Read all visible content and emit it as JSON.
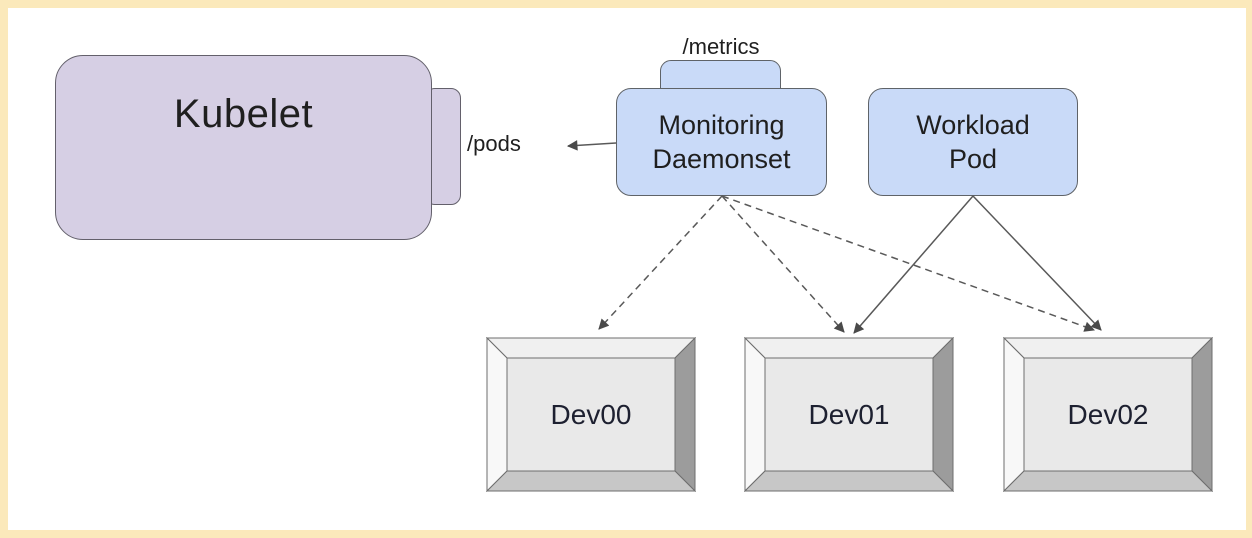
{
  "diagram": {
    "title": "Kubelet monitoring daemonset device diagram",
    "colors": {
      "page_border": "#fbe9bb",
      "canvas": "#ffffff",
      "kubelet_fill": "#d6cfe4",
      "pod_fill": "#c9daf8",
      "stroke": "#5f6368",
      "arrow": "#4a4a4a",
      "device_face": "#e9e9e9"
    },
    "nodes": {
      "kubelet": {
        "label": "Kubelet"
      },
      "pods_endpoint": {
        "label": "/pods"
      },
      "metrics_endpoint": {
        "label": "/metrics"
      },
      "monitoring_daemonset": {
        "label": "Monitoring Daemonset",
        "lines": [
          "Monitoring",
          "Daemonset"
        ]
      },
      "workload_pod": {
        "label": "Workload Pod",
        "lines": [
          "Workload",
          "Pod"
        ]
      },
      "dev00": {
        "label": "Dev00"
      },
      "dev01": {
        "label": "Dev01"
      },
      "dev02": {
        "label": "Dev02"
      }
    },
    "edges": [
      {
        "from": "monitoring_daemonset",
        "to": "pods_endpoint",
        "style": "solid",
        "arrowhead": "end"
      },
      {
        "from": "monitoring_daemonset",
        "to": "dev00",
        "style": "dashed",
        "arrowhead": "end"
      },
      {
        "from": "monitoring_daemonset",
        "to": "dev01",
        "style": "dashed",
        "arrowhead": "end"
      },
      {
        "from": "monitoring_daemonset",
        "to": "dev02",
        "style": "dashed",
        "arrowhead": "end"
      },
      {
        "from": "workload_pod",
        "to": "dev01",
        "style": "solid",
        "arrowhead": "end"
      },
      {
        "from": "workload_pod",
        "to": "dev02",
        "style": "solid",
        "arrowhead": "end"
      }
    ]
  }
}
